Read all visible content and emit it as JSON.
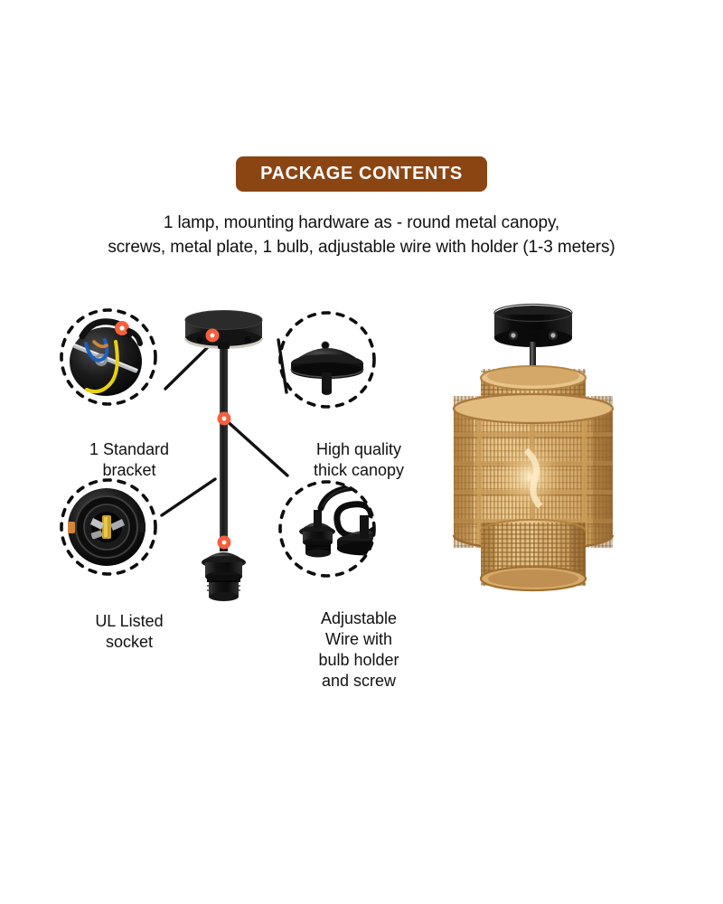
{
  "header": {
    "badge_label": "PACKAGE CONTENTS",
    "badge_color": "#8b4513",
    "badge_text_color": "#ffffff"
  },
  "description": {
    "line1": "1 lamp, mounting hardware as - round metal canopy,",
    "line2": "screws, metal plate, 1 bulb, adjustable wire with holder (1-3 meters)"
  },
  "diagram": {
    "marker_color": "#f4603e",
    "part_color": "#1a1a1a",
    "callouts": [
      {
        "id": "bracket",
        "label_line1": "1 Standard",
        "label_line2": "bracket",
        "icon": "mounting-bracket-icon"
      },
      {
        "id": "canopy",
        "label_line1": "High quality",
        "label_line2": "thick canopy",
        "icon": "ceiling-canopy-icon"
      },
      {
        "id": "socket",
        "label_line1": "UL Listed",
        "label_line2": "socket",
        "icon": "lamp-socket-icon"
      },
      {
        "id": "wire",
        "label_line1": "Adjustable",
        "label_line2": "Wire with",
        "label_line3": "bulb holder",
        "label_line4": "and screw",
        "icon": "wire-bulb-holder-icon"
      }
    ]
  },
  "product_photo": {
    "name": "rattan-pendant-lamp-photo",
    "shade_color_light": "#e8c48e",
    "shade_color_mid": "#d9a866",
    "shade_color_dark": "#b5823f",
    "hardware_color": "#141414",
    "cord_color": "#2a2a2a"
  }
}
